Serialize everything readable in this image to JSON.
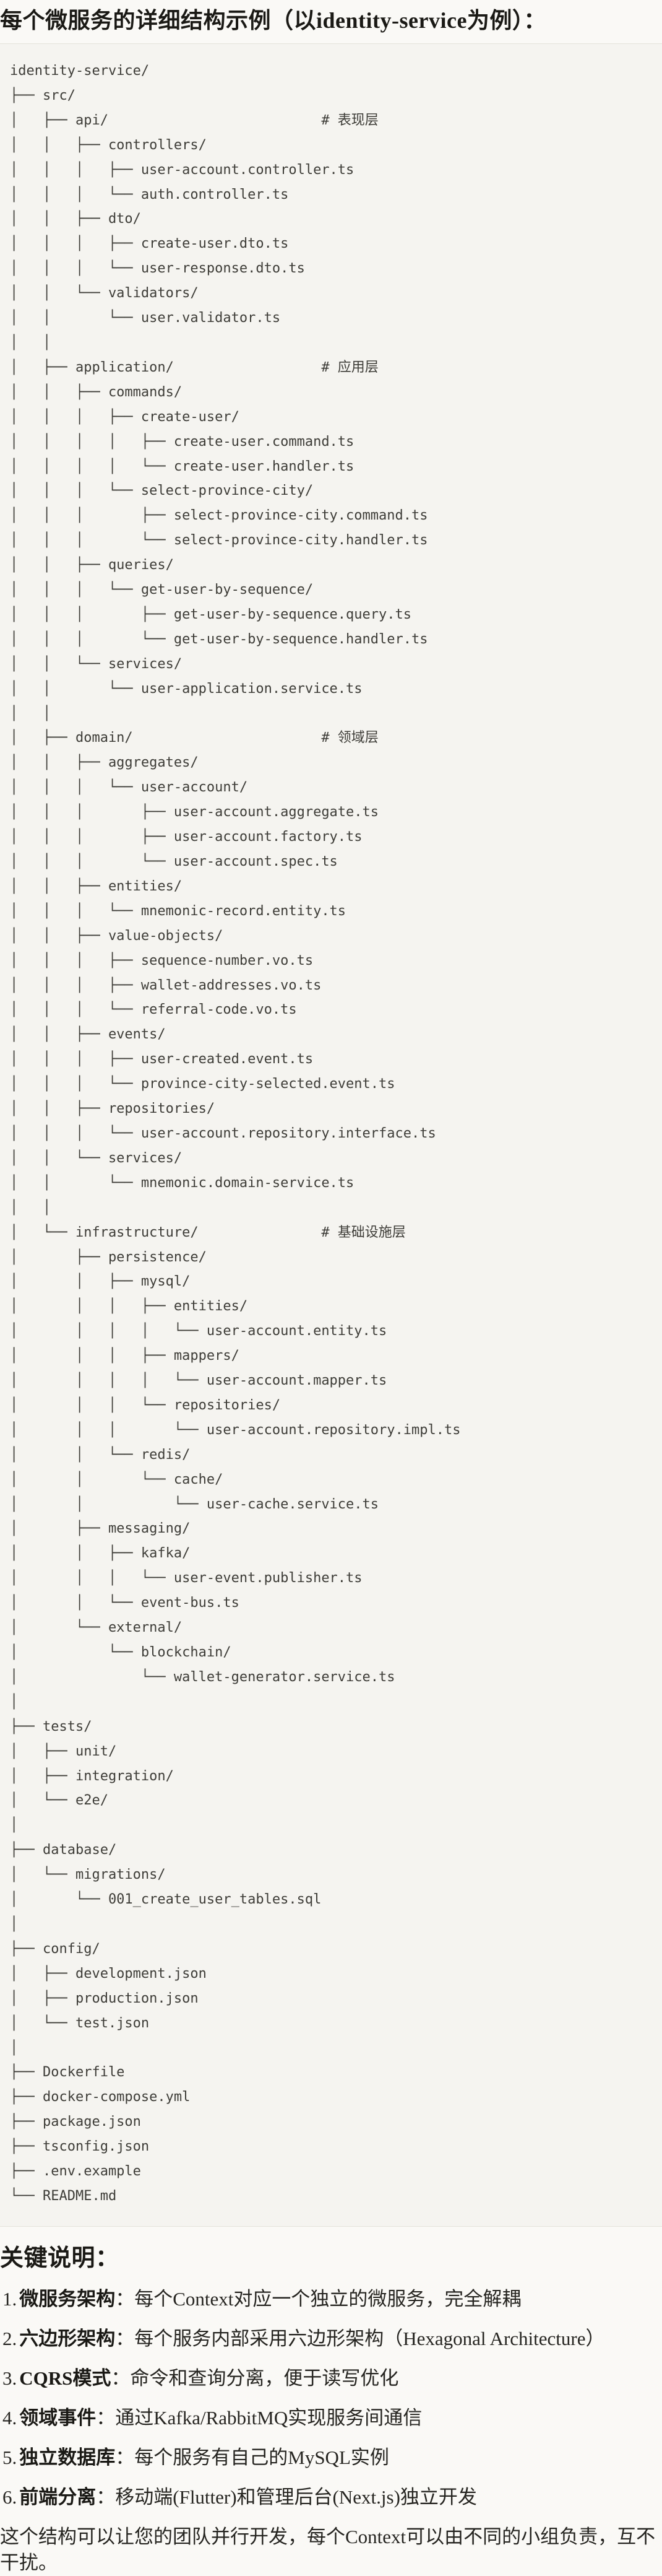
{
  "page": {
    "title": "每个微服务的详细结构示例（以identity-service为例）："
  },
  "tree": {
    "language": "plaintext",
    "lines": [
      "identity-service/",
      "├── src/",
      "│   ├── api/                          # 表现层",
      "│   │   ├── controllers/",
      "│   │   │   ├── user-account.controller.ts",
      "│   │   │   └── auth.controller.ts",
      "│   │   ├── dto/",
      "│   │   │   ├── create-user.dto.ts",
      "│   │   │   └── user-response.dto.ts",
      "│   │   └── validators/",
      "│   │       └── user.validator.ts",
      "│   │",
      "│   ├── application/                  # 应用层",
      "│   │   ├── commands/",
      "│   │   │   ├── create-user/",
      "│   │   │   │   ├── create-user.command.ts",
      "│   │   │   │   └── create-user.handler.ts",
      "│   │   │   └── select-province-city/",
      "│   │   │       ├── select-province-city.command.ts",
      "│   │   │       └── select-province-city.handler.ts",
      "│   │   ├── queries/",
      "│   │   │   └── get-user-by-sequence/",
      "│   │   │       ├── get-user-by-sequence.query.ts",
      "│   │   │       └── get-user-by-sequence.handler.ts",
      "│   │   └── services/",
      "│   │       └── user-application.service.ts",
      "│   │",
      "│   ├── domain/                       # 领域层",
      "│   │   ├── aggregates/",
      "│   │   │   └── user-account/",
      "│   │   │       ├── user-account.aggregate.ts",
      "│   │   │       ├── user-account.factory.ts",
      "│   │   │       └── user-account.spec.ts",
      "│   │   ├── entities/",
      "│   │   │   └── mnemonic-record.entity.ts",
      "│   │   ├── value-objects/",
      "│   │   │   ├── sequence-number.vo.ts",
      "│   │   │   ├── wallet-addresses.vo.ts",
      "│   │   │   └── referral-code.vo.ts",
      "│   │   ├── events/",
      "│   │   │   ├── user-created.event.ts",
      "│   │   │   └── province-city-selected.event.ts",
      "│   │   ├── repositories/",
      "│   │   │   └── user-account.repository.interface.ts",
      "│   │   └── services/",
      "│   │       └── mnemonic.domain-service.ts",
      "│   │",
      "│   └── infrastructure/               # 基础设施层",
      "│       ├── persistence/",
      "│       │   ├── mysql/",
      "│       │   │   ├── entities/",
      "│       │   │   │   └── user-account.entity.ts",
      "│       │   │   ├── mappers/",
      "│       │   │   │   └── user-account.mapper.ts",
      "│       │   │   └── repositories/",
      "│       │   │       └── user-account.repository.impl.ts",
      "│       │   └── redis/",
      "│       │       └── cache/",
      "│       │           └── user-cache.service.ts",
      "│       ├── messaging/",
      "│       │   ├── kafka/",
      "│       │   │   └── user-event.publisher.ts",
      "│       │   └── event-bus.ts",
      "│       └── external/",
      "│           └── blockchain/",
      "│               └── wallet-generator.service.ts",
      "│",
      "├── tests/",
      "│   ├── unit/",
      "│   ├── integration/",
      "│   └── e2e/",
      "│",
      "├── database/",
      "│   └── migrations/",
      "│       └── 001_create_user_tables.sql",
      "│",
      "├── config/",
      "│   ├── development.json",
      "│   ├── production.json",
      "│   └── test.json",
      "│",
      "├── Dockerfile",
      "├── docker-compose.yml",
      "├── package.json",
      "├── tsconfig.json",
      "├── .env.example",
      "└── README.md"
    ]
  },
  "notes": {
    "heading": "关键说明：",
    "items": [
      {
        "num": "1.",
        "label": "微服务架构",
        "sep": "：",
        "text": "每个Context对应一个独立的微服务，完全解耦"
      },
      {
        "num": "2.",
        "label": "六边形架构",
        "sep": "：",
        "text": "每个服务内部采用六边形架构（Hexagonal Architecture）"
      },
      {
        "num": "3.",
        "label": "CQRS模式",
        "sep": "：",
        "text": "命令和查询分离，便于读写优化"
      },
      {
        "num": "4.",
        "label": "领域事件",
        "sep": "：",
        "text": "通过Kafka/RabbitMQ实现服务间通信"
      },
      {
        "num": "5.",
        "label": "独立数据库",
        "sep": "：",
        "text": "每个服务有自己的MySQL实例"
      },
      {
        "num": "6.",
        "label": "前端分离",
        "sep": "：",
        "text": "移动端(Flutter)和管理后台(Next.js)独立开发"
      }
    ],
    "footer": "这个结构可以让您的团队并行开发，每个Context可以由不同的小组负责，互不干扰。"
  }
}
